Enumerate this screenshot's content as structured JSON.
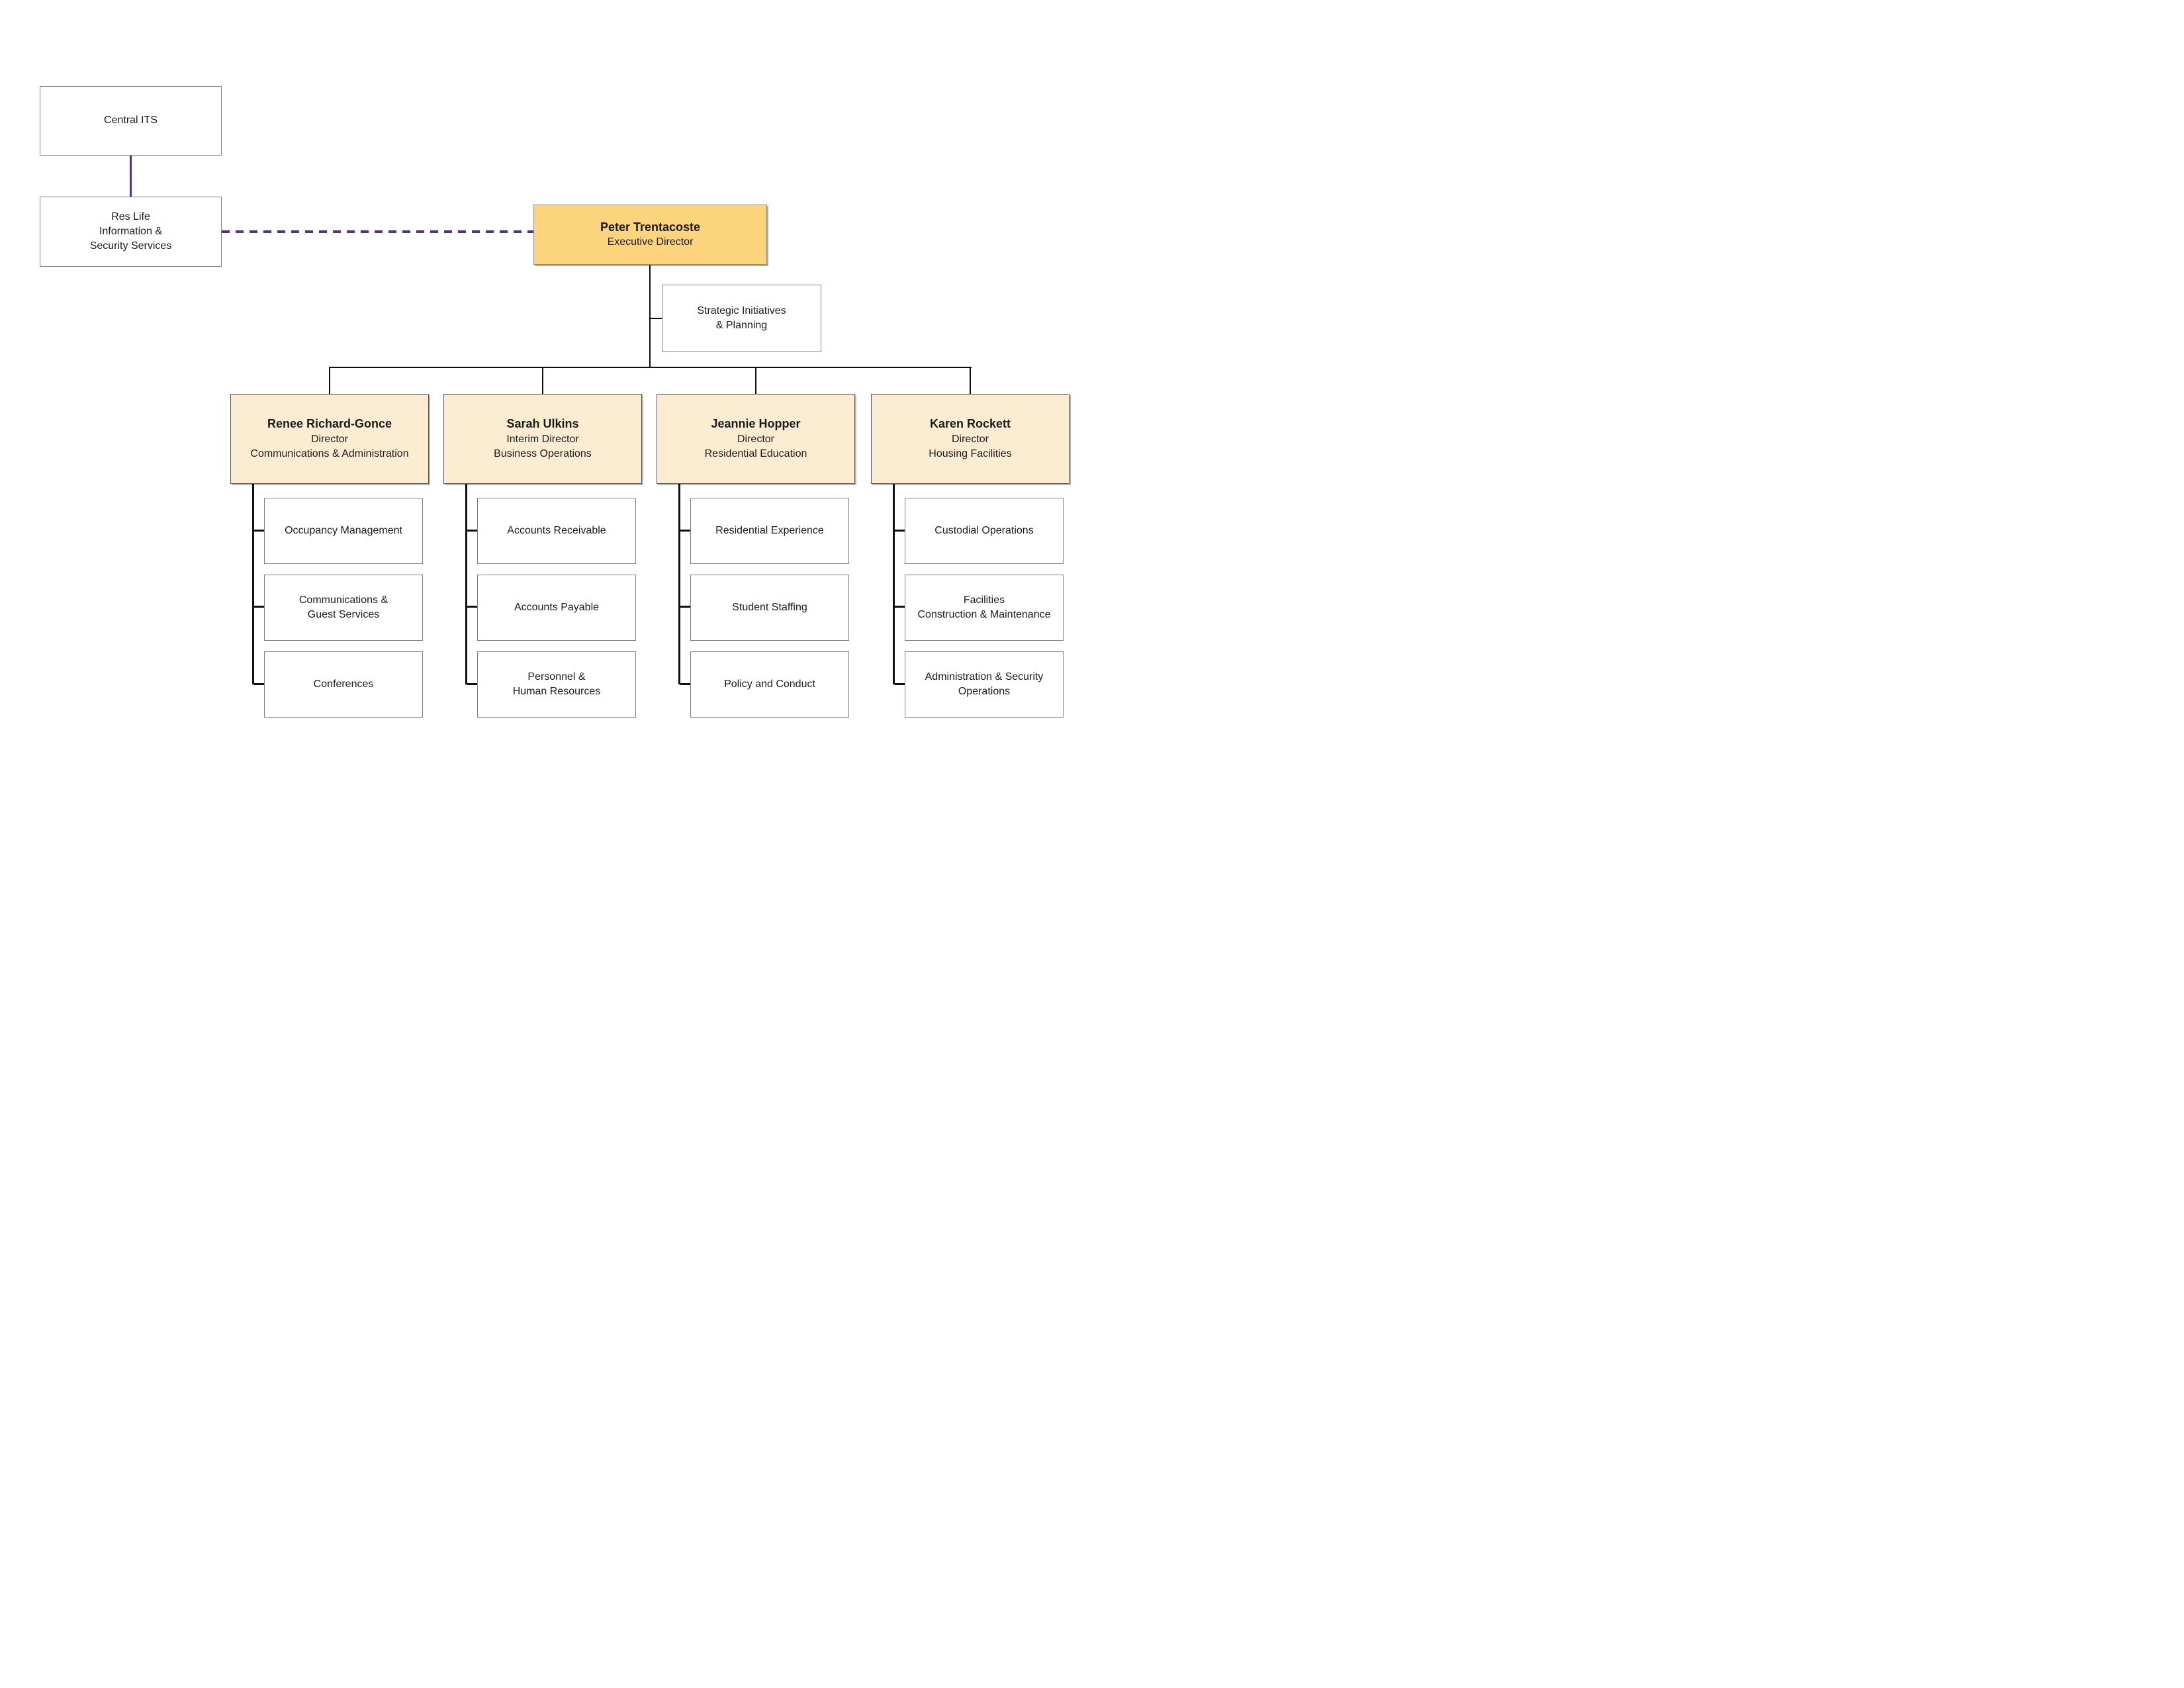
{
  "colors": {
    "executive_fill": "#fcd47e",
    "director_fill": "#fcedd2",
    "link_purple": "#533285",
    "link_black": "#0f0f0f",
    "box_border_gray": "#7f7f7f"
  },
  "boxes": {
    "central_its": "Central ITS",
    "res_life": "Res Life\nInformation &\nSecurity Services",
    "strategic": "Strategic Initiatives\n& Planning"
  },
  "executive": {
    "name": "Peter Trentacoste",
    "title": "Executive Director"
  },
  "directors": [
    {
      "name": "Renee Richard-Gonce",
      "title": "Director",
      "dept": "Communications & Administration",
      "reports": [
        "Occupancy Management",
        "Communications &\nGuest Services",
        "Conferences"
      ]
    },
    {
      "name": "Sarah Ulkins",
      "title": "Interim Director",
      "dept": "Business Operations",
      "reports": [
        "Accounts Receivable",
        "Accounts Payable",
        "Personnel &\nHuman Resources"
      ]
    },
    {
      "name": "Jeannie Hopper",
      "title": "Director",
      "dept": "Residential Education",
      "reports": [
        "Residential Experience",
        "Student Staffing",
        "Policy and Conduct"
      ]
    },
    {
      "name": "Karen Rockett",
      "title": "Director",
      "dept": "Housing Facilities",
      "reports": [
        "Custodial Operations",
        "Facilities\nConstruction & Maintenance",
        "Administration & Security\nOperations"
      ]
    }
  ]
}
